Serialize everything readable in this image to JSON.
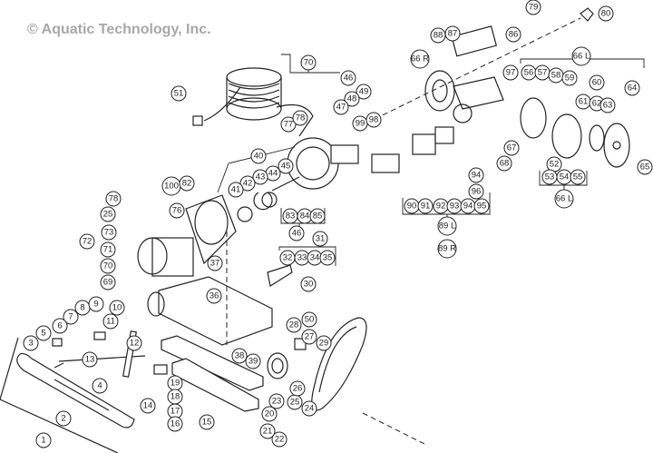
{
  "copyright": "© Aquatic Technology, Inc.",
  "callouts": [
    "70",
    "51",
    "77",
    "78",
    "40",
    "45",
    "44",
    "43",
    "42",
    "41",
    "100",
    "82",
    "78",
    "25",
    "76",
    "83",
    "84",
    "85",
    "79",
    "80",
    "88",
    "87",
    "86",
    "66 R",
    "97",
    "56",
    "57",
    "58",
    "59",
    "66 L",
    "60",
    "64",
    "46",
    "49",
    "48",
    "47",
    "99",
    "98",
    "61",
    "62",
    "63",
    "67",
    "68",
    "65",
    "52",
    "53",
    "54",
    "55",
    "66 L",
    "94",
    "96",
    "90",
    "91",
    "92",
    "93",
    "94",
    "95",
    "89 L",
    "89 R",
    "31",
    "32",
    "33",
    "34",
    "35",
    "46",
    "37",
    "73",
    "72",
    "71",
    "70",
    "69",
    "30",
    "36",
    "8",
    "9",
    "10",
    "11",
    "7",
    "6",
    "5",
    "3",
    "12",
    "13",
    "28",
    "50",
    "27",
    "29",
    "38",
    "39",
    "4",
    "14",
    "19",
    "18",
    "17",
    "16",
    "15",
    "2",
    "1",
    "20",
    "21",
    "22",
    "23",
    "25",
    "26",
    "24"
  ]
}
